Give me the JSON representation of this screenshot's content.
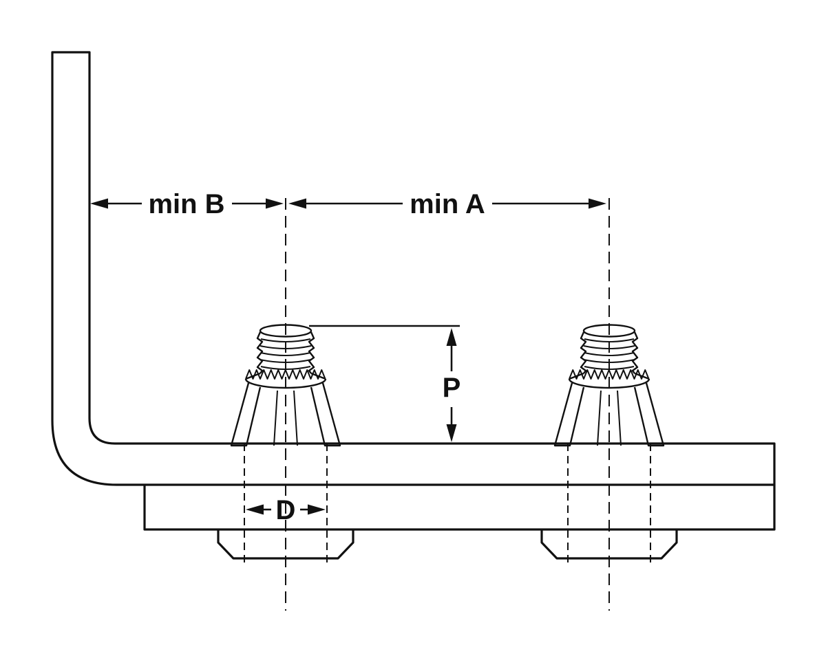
{
  "diagram": {
    "description": "Self-clinching stud installation technical drawing",
    "colors": {
      "line": "#111111",
      "background": "#ffffff"
    },
    "labels": {
      "min_b": "min B",
      "min_a": "min A",
      "p": "P",
      "d": "D"
    }
  }
}
